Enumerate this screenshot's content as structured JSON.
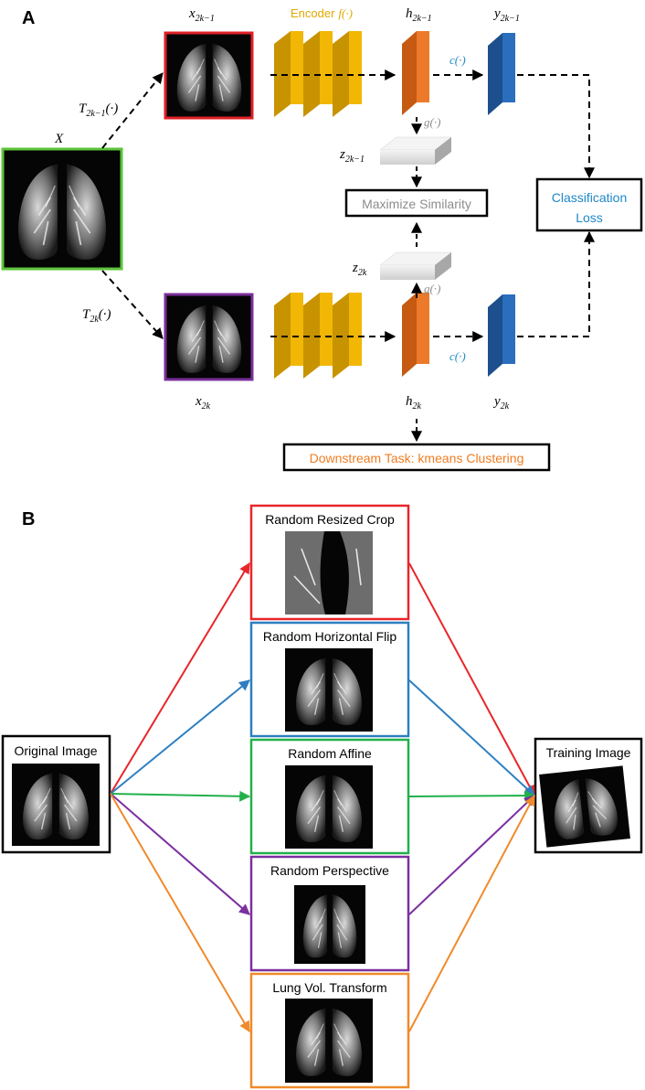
{
  "panel_a": {
    "letter": "A",
    "input_label": "X",
    "transform_top": "T",
    "transform_top_sub": "2k−1",
    "transform_top_arg": "(·)",
    "transform_bottom": "T",
    "transform_bottom_sub": "2k",
    "transform_bottom_arg": "(·)",
    "x_top": "x",
    "x_top_sub": "2k−1",
    "x_bottom": "x",
    "x_bottom_sub": "2k",
    "encoder_label": "Encoder",
    "encoder_fn": "f(·)",
    "h_top": "h",
    "h_top_sub": "2k−1",
    "h_bottom": "h",
    "h_bottom_sub": "2k",
    "y_top": "y",
    "y_top_sub": "2k−1",
    "y_bottom": "y",
    "y_bottom_sub": "2k",
    "c_fn_top": "c(·)",
    "c_fn_bottom": "c(·)",
    "g_fn_top": "g(·)",
    "g_fn_bottom": "g(·)",
    "z_top": "z",
    "z_top_sub": "2k−1",
    "z_bottom": "z",
    "z_bottom_sub": "2k",
    "similarity_box": "Maximize Similarity",
    "classification_line1": "Classification",
    "classification_line2": "Loss",
    "downstream_box": "Downstream Task: kmeans Clustering",
    "colors": {
      "input_border": "#5cc43a",
      "top_image_border": "#e01f26",
      "bottom_image_border": "#7b2f9a",
      "encoder": "#f2b705",
      "encoder_text": "#e0a800",
      "h_block": "#ec7a2a",
      "y_block": "#2a6ebd",
      "blue_text": "#1e88c8",
      "gray_text": "#8c8c8c",
      "orange_text": "#ef7d22"
    }
  },
  "panel_b": {
    "letter": "B",
    "original_label": "Original Image",
    "training_label": "Training Image",
    "augmentations": [
      {
        "label": "Random Resized Crop",
        "color": "#e8262a"
      },
      {
        "label": "Random Horizontal Flip",
        "color": "#2d7fc1"
      },
      {
        "label": "Random Affine",
        "color": "#22b04b"
      },
      {
        "label": "Random Perspective",
        "color": "#7b30a0"
      },
      {
        "label": "Lung Vol. Transform",
        "color": "#f08a2c"
      }
    ]
  }
}
